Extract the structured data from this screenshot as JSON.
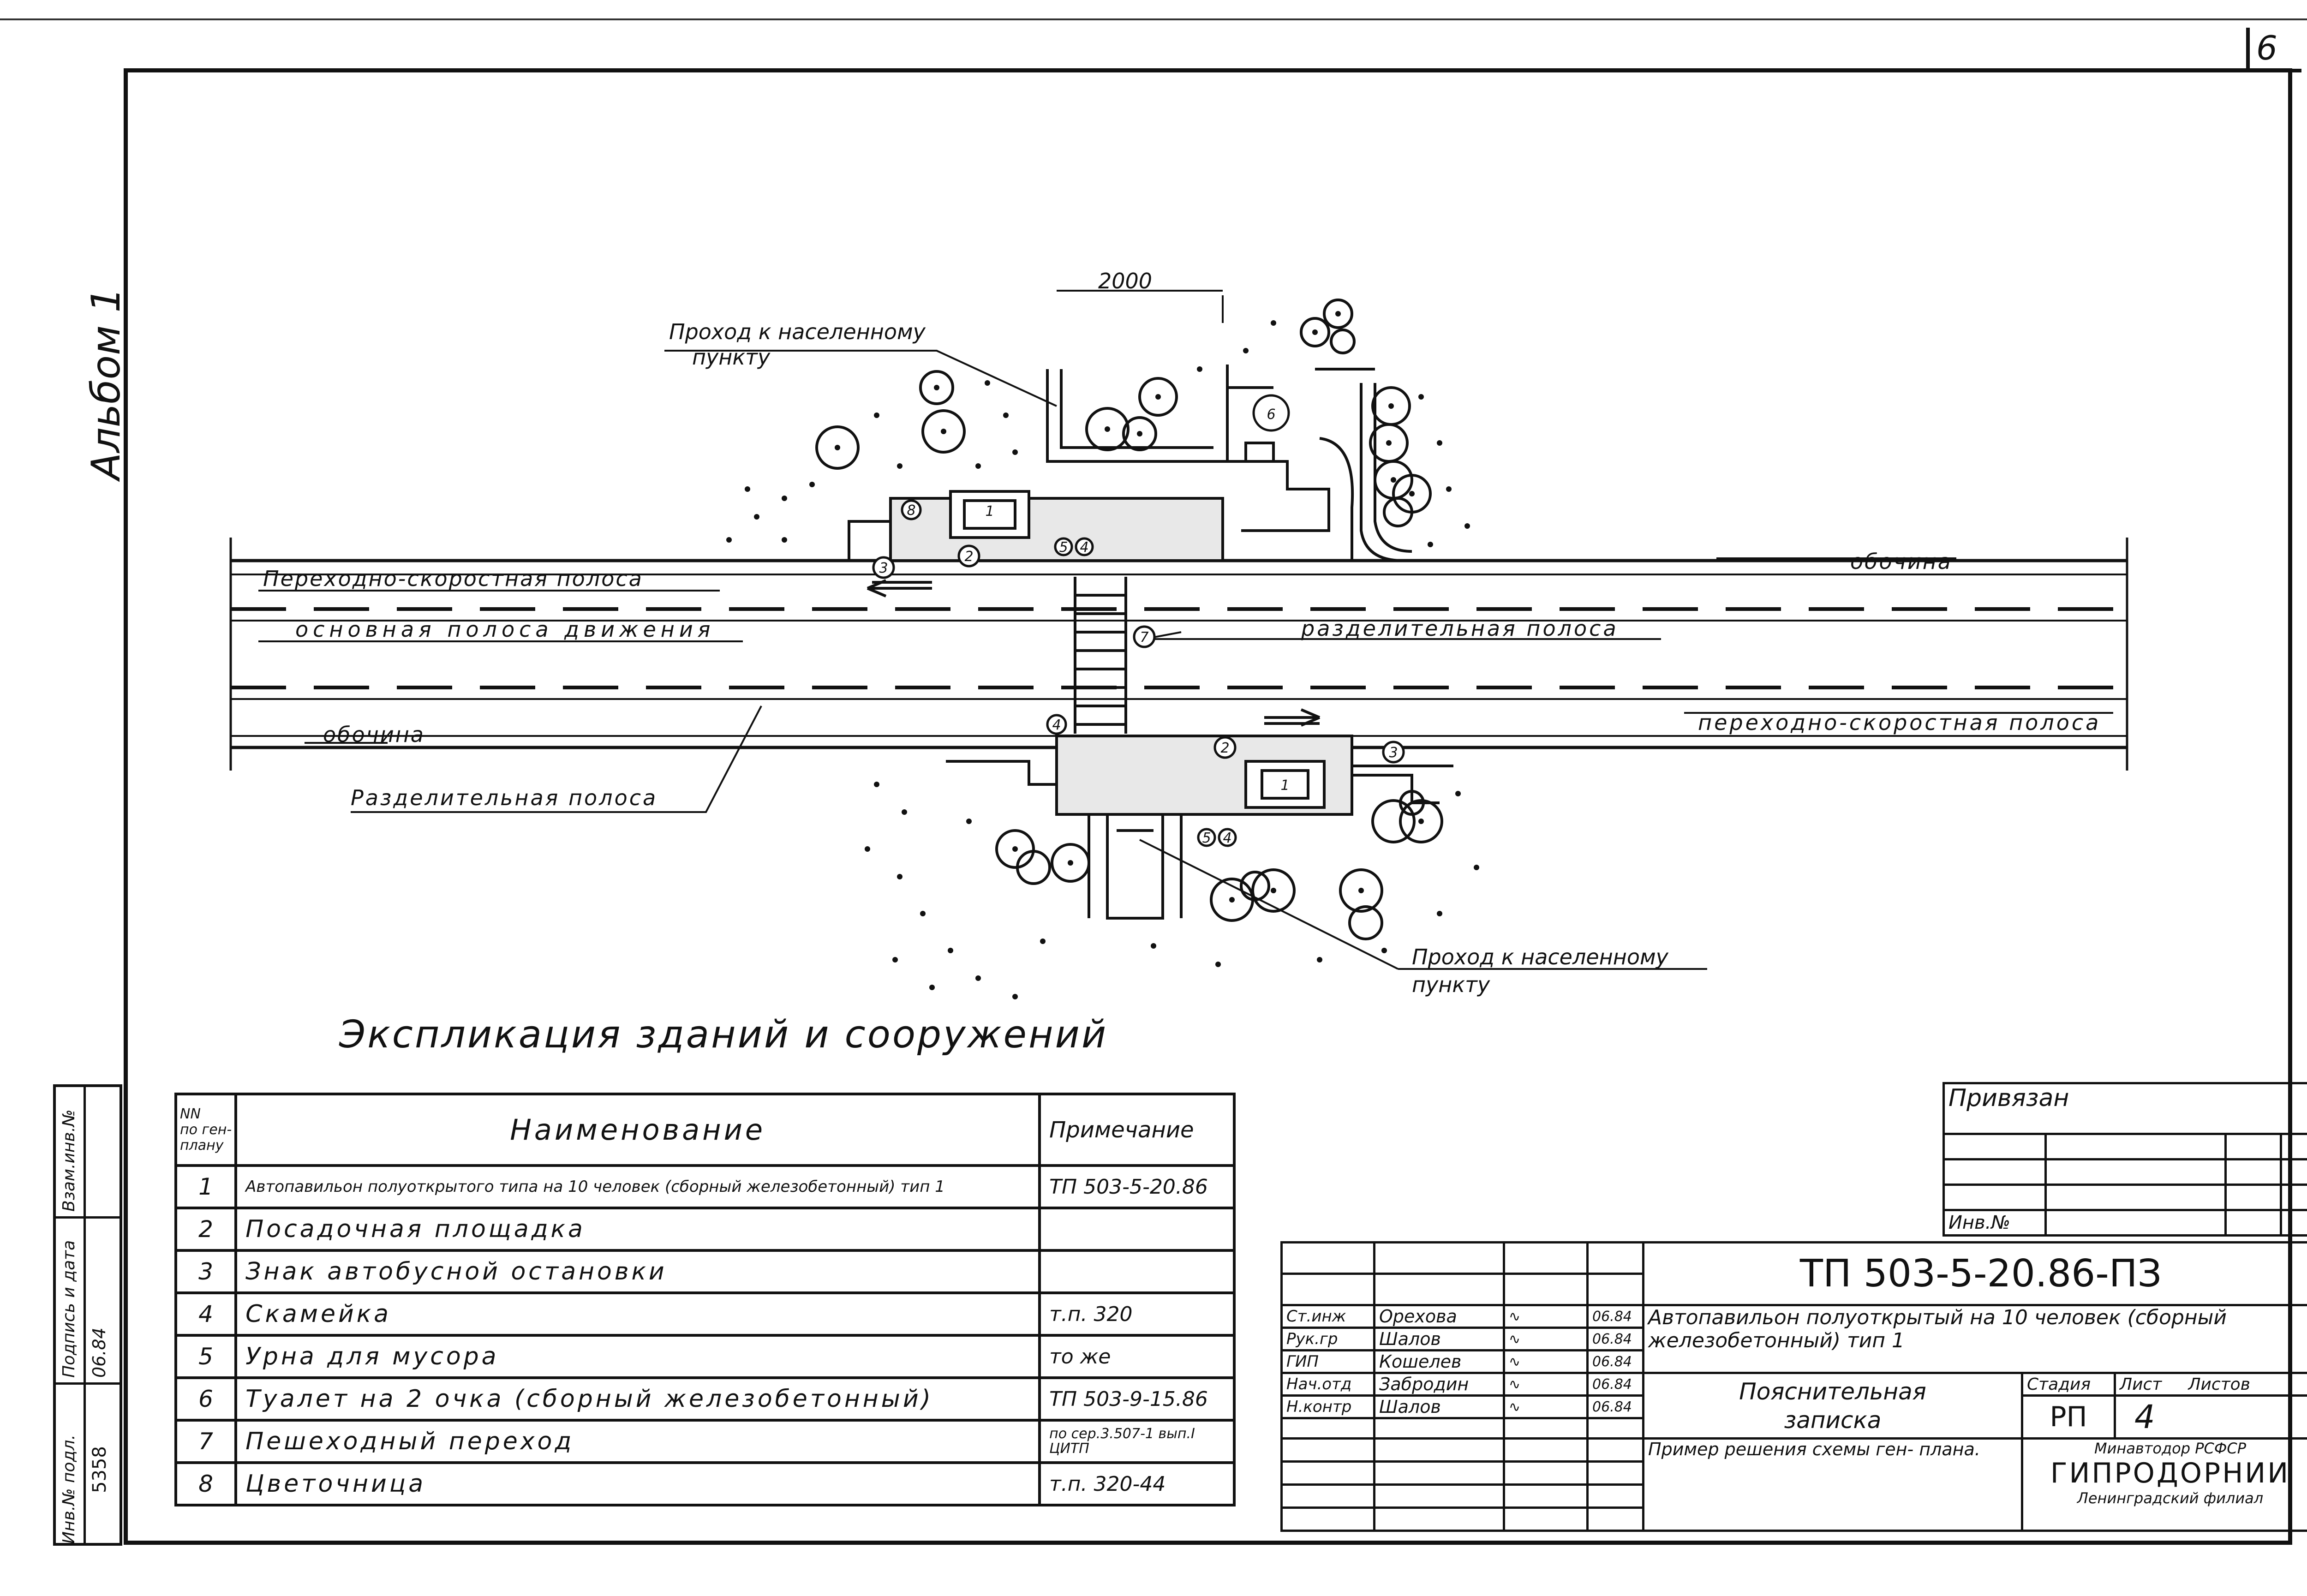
{
  "sheet": {
    "number": "6",
    "album": "Альбом 1"
  },
  "plan": {
    "dim_2000": "2000",
    "passage_top": [
      "Проход к населенному",
      "пункту"
    ],
    "passage_bottom": [
      "Проход к населенному",
      "пункту"
    ],
    "lane_transition_top": "Переходно-скоростная полоса",
    "main_lane": "основная полоса движения",
    "divider_label": "разделительная полоса",
    "shoulder_top": "обочина",
    "shoulder_bottom": "обочина",
    "lane_transition_bottom": "переходно-скоростная полоса",
    "divider_bottom": "Разделительная полоса",
    "callouts": [
      "1",
      "2",
      "3",
      "4",
      "5",
      "6",
      "7",
      "8"
    ]
  },
  "explication": {
    "title": "Экспликация зданий и сооружений",
    "headers": {
      "num": [
        "NN",
        "по ген-",
        "плану"
      ],
      "name": "Наименование",
      "note": "Примечание"
    },
    "rows": [
      {
        "num": "1",
        "name": "Автопавильон полуоткрытого типа на 10 человек (сборный железобетонный) тип 1",
        "note": "ТП 503-5-20.86"
      },
      {
        "num": "2",
        "name": "Посадочная площадка",
        "note": ""
      },
      {
        "num": "3",
        "name": "Знак автобусной остановки",
        "note": ""
      },
      {
        "num": "4",
        "name": "Скамейка",
        "note": "т.п. 320"
      },
      {
        "num": "5",
        "name": "Урна для мусора",
        "note": "то же"
      },
      {
        "num": "6",
        "name": "Туалет на 2 очка (сборный железобетонный)",
        "note": "ТП 503-9-15.86"
      },
      {
        "num": "7",
        "name": "Пешеходный переход",
        "note": "по сер.3.507-1 вып.I ЦИТП"
      },
      {
        "num": "8",
        "name": "Цветочница",
        "note": "т.п. 320-44"
      }
    ]
  },
  "title_block": {
    "privyazan": "Привязан",
    "inv_no": "Инв.№",
    "code": "ТП 503-5-20.86-ПЗ",
    "signatures": [
      {
        "role": "Ст.инж",
        "name": "Орехова",
        "date": "06.84"
      },
      {
        "role": "Рук.гр",
        "name": "Шалов",
        "date": "06.84"
      },
      {
        "role": "ГИП",
        "name": "Кошелев",
        "date": "06.84"
      },
      {
        "role": "Нач.отд",
        "name": "Забродин",
        "date": "06.84"
      },
      {
        "role": "Н.контр",
        "name": "Шалов",
        "date": "06.84"
      }
    ],
    "object_name": "Автопавильон полуоткрытый на 10 человек (сборный железобетонный) тип 1",
    "doc_name": [
      "Пояснительная",
      "записка"
    ],
    "sheet_name": "Пример решения схемы ген- плана.",
    "stage_label": "Стадия",
    "sheet_label": "Лист",
    "sheets_label": "Листов",
    "stage": "РП",
    "sheet_no": "4",
    "sheets": "",
    "org": [
      "Минавтодор РСФСР",
      "ГИПРОДОРНИИ",
      "Ленинградский филиал"
    ]
  },
  "side_stamp": {
    "inv_label": "Инв.№ подл.",
    "inv_value": "5358",
    "sign_label": "Подпись и дата",
    "sign_date": "06.84",
    "vzam_label": "Взам.инв.№"
  }
}
